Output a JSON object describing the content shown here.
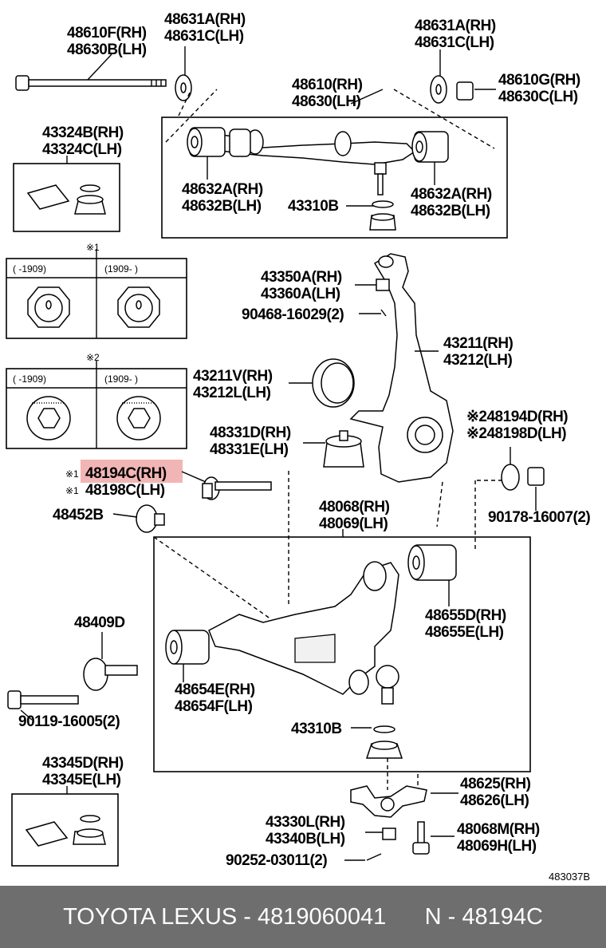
{
  "callouts": {
    "p48610F": "48610F(RH)",
    "p48630B": "48630B(LH)",
    "p48631A_l": "48631A(RH)",
    "p48631C_l": "48631C(LH)",
    "p48631A_r": "48631A(RH)",
    "p48631C_r": "48631C(LH)",
    "p48610G": "48610G(RH)",
    "p48630C": "48630C(LH)",
    "p48610": "48610(RH)",
    "p48630": "48630(LH)",
    "p43324B": "43324B(RH)",
    "p43324C": "43324C(LH)",
    "p48632A_l": "48632A(RH)",
    "p48632B_l": "48632B(LH)",
    "p43310B_u": "43310B",
    "p48632A_r": "48632A(RH)",
    "p48632B_r": "48632B(LH)",
    "mark1": "※1",
    "mark2": "※2",
    "range1a": "(  -1909)",
    "range1b": "(1909-  )",
    "range2a": "(  -1909)",
    "range2b": "(1909-  )",
    "p43350A": "43350A(RH)",
    "p43360A": "43360A(LH)",
    "p90468": "90468-16029(2)",
    "p43211": "43211(RH)",
    "p43212": "43212(LH)",
    "p43211V": "43211V(RH)",
    "p43212L": "43212L(LH)",
    "p48194D": "※248194D(RH)",
    "p48198D": "※248198D(LH)",
    "p48331D": "48331D(RH)",
    "p48331E": "48331E(LH)",
    "p48194C_mark": "※1",
    "p48194C": "48194C(RH)",
    "p48198C_mark": "※1",
    "p48198C": "48198C(LH)",
    "p48452B": "48452B",
    "p90178": "90178-16007(2)",
    "p48068": "48068(RH)",
    "p48069": "48069(LH)",
    "p48655D": "48655D(RH)",
    "p48655E": "48655E(LH)",
    "p48409D": "48409D",
    "p48654E": "48654E(RH)",
    "p48654F": "48654F(LH)",
    "p90119": "90119-16005(2)",
    "p43310B_l": "43310B",
    "p43345D": "43345D(RH)",
    "p43345E": "43345E(LH)",
    "p48625": "48625(RH)",
    "p48626": "48626(LH)",
    "p43330L": "43330L(RH)",
    "p43340B": "43340B(LH)",
    "p48068M": "48068M(RH)",
    "p48069H": "48069H(LH)",
    "p90252": "90252-03011(2)",
    "ref": "483037B"
  },
  "highlight": {
    "part": "48194C(RH)",
    "color": "#f0a8a8"
  },
  "footer": {
    "text": "TOYOTA LEXUS - 4819060041      N - 48194C"
  }
}
